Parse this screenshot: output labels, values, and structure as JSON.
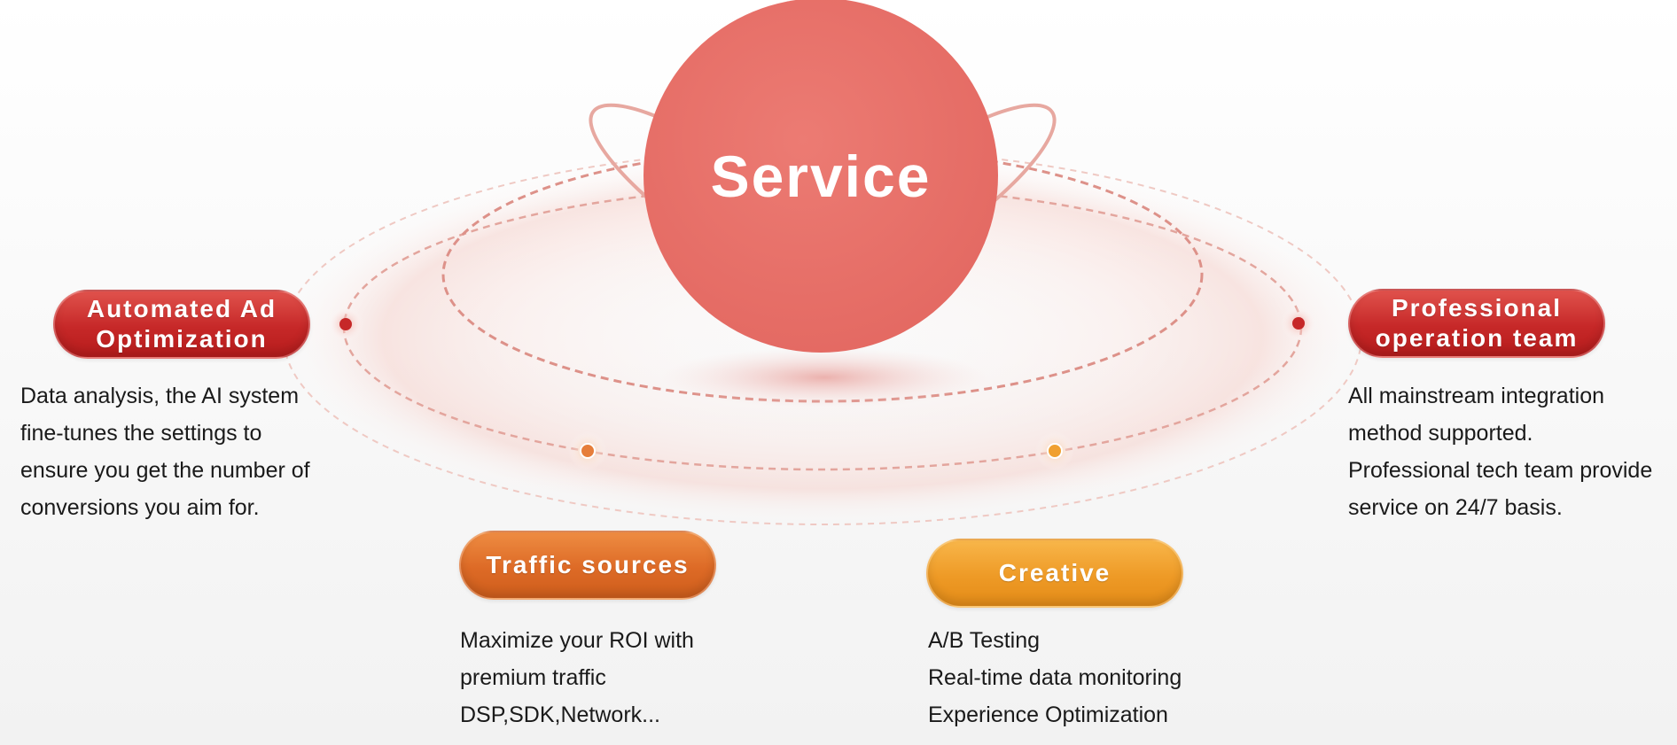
{
  "center": {
    "title": "Service"
  },
  "nodes": {
    "automated": {
      "title_lines": [
        "Automated Ad",
        "Optimization"
      ],
      "desc_lines": [
        "Data analysis, the AI system",
        "fine-tunes the settings to",
        "ensure you get the number of",
        "conversions you aim for."
      ]
    },
    "professional": {
      "title_lines": [
        "Professional",
        "operation team"
      ],
      "desc_lines": [
        "All mainstream integration",
        "method supported.",
        "Professional tech team provide",
        "service on 24/7 basis."
      ]
    },
    "traffic": {
      "title_lines": [
        "Traffic sources"
      ],
      "desc_lines": [
        "Maximize your ROI with",
        "premium traffic",
        "DSP,SDK,Network..."
      ]
    },
    "creative": {
      "title_lines": [
        "Creative"
      ],
      "desc_lines": [
        "A/B Testing",
        "Real-time data monitoring",
        "Experience Optimization"
      ]
    }
  },
  "colors": {
    "center_circle": "#e8716a",
    "red": "#c62828",
    "orange": "#dd6a26",
    "amber": "#ee9a26",
    "ring": "#e2a29a"
  }
}
